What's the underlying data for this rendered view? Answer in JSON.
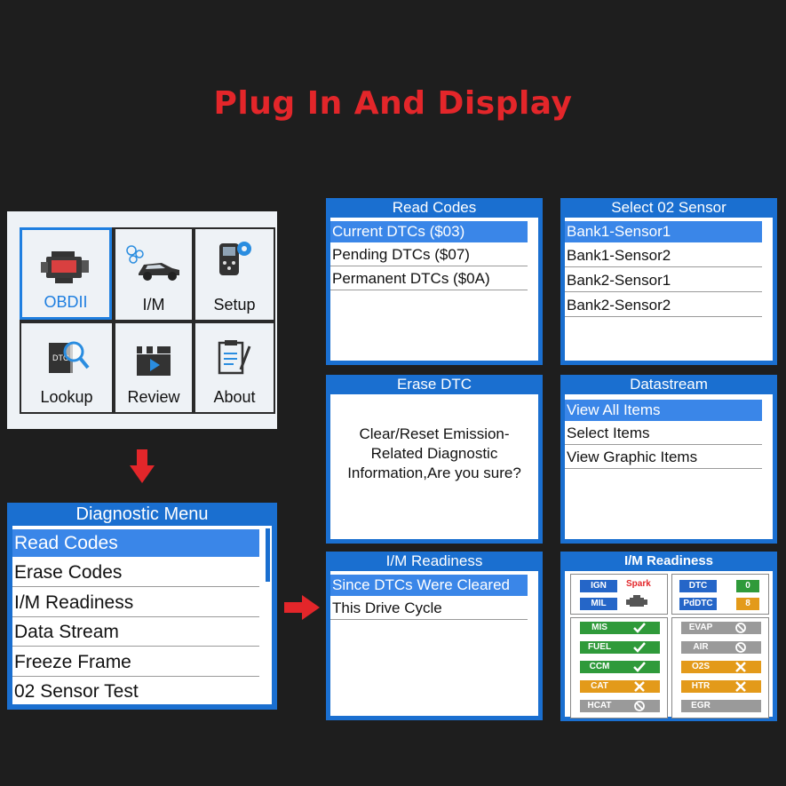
{
  "headline": "Plug In And Display",
  "main_menu": {
    "tiles": [
      "OBDII",
      "I/M",
      "Setup",
      "Lookup",
      "Review",
      "About"
    ],
    "dtc_book_text": "DTC"
  },
  "diagnostic_menu": {
    "title": "Diagnostic Menu",
    "items": [
      "Read Codes",
      "Erase Codes",
      "I/M Readiness",
      "Data Stream",
      "Freeze Frame",
      "02 Sensor Test"
    ]
  },
  "read_codes": {
    "title": "Read Codes",
    "items": [
      "Current DTCs ($03)",
      "Pending DTCs ($07)",
      "Permanent DTCs ($0A)"
    ]
  },
  "select_o2": {
    "title": "Select 02 Sensor",
    "items": [
      "Bank1-Sensor1",
      "Bank1-Sensor2",
      "Bank2-Sensor1",
      "Bank2-Sensor2"
    ]
  },
  "erase_dtc": {
    "title": "Erase DTC",
    "message_lines": [
      "Clear/Reset Emission-",
      "Related Diagnostic",
      "Information,Are you sure?"
    ]
  },
  "datastream": {
    "title": "Datastream",
    "items": [
      "View All Items",
      "Select Items",
      "View Graphic Items"
    ]
  },
  "im_readiness": {
    "title": "I/M Readiness",
    "items": [
      "Since DTCs Were Cleared",
      "This Drive Cycle"
    ]
  },
  "im_panel": {
    "title": "I/M Readiness",
    "ign": "IGN",
    "spark": "Spark",
    "mil": "MIL",
    "dtc_label": "DTC",
    "dtc_value": "0",
    "pddtc_label": "PdDTC",
    "pddtc_value": "8",
    "left_monitors": [
      {
        "name": "MIS",
        "color": "green",
        "status": "check"
      },
      {
        "name": "FUEL",
        "color": "green",
        "status": "check"
      },
      {
        "name": "CCM",
        "color": "green",
        "status": "check"
      },
      {
        "name": "CAT",
        "color": "orange",
        "status": "cross"
      },
      {
        "name": "HCAT",
        "color": "gray",
        "status": "na"
      }
    ],
    "right_monitors": [
      {
        "name": "EVAP",
        "color": "gray",
        "status": "na"
      },
      {
        "name": "AIR",
        "color": "gray",
        "status": "na"
      },
      {
        "name": "O2S",
        "color": "orange",
        "status": "cross"
      },
      {
        "name": "HTR",
        "color": "orange",
        "status": "cross"
      },
      {
        "name": "EGR",
        "color": "gray",
        "status": "none"
      }
    ]
  },
  "colors": {
    "accent": "#1a6fd0",
    "highlight": "#3a86e8",
    "headline": "#e3262a",
    "arrow": "#e3262a"
  }
}
